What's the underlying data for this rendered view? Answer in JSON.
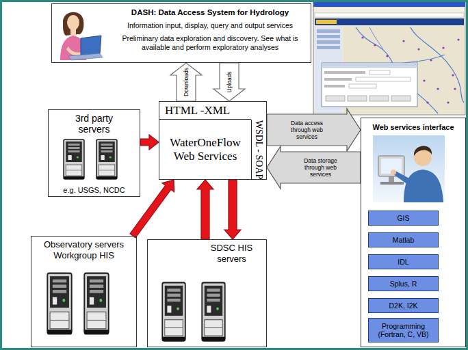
{
  "diagram": {
    "nodes": [
      {
        "text": [
          "DASH: Data Access System for Hydrology",
          "Information input, display, query and output services",
          "Preliminary data exploration and discovery. See what is available and perform exploratory analyses"
        ]
      },
      {
        "text": [
          "HTML -XML",
          "WaterOneFlow Web Services",
          "WSDL - SOAP"
        ]
      },
      {
        "text": [
          "3rd party servers",
          "e.g. USGS, NCDC"
        ]
      },
      {
        "text": [
          "Web services interface"
        ]
      },
      {
        "text": [
          "GIS"
        ],
        "in": 3
      },
      {
        "text": [
          "Matlab"
        ],
        "in": 3
      },
      {
        "text": [
          "IDL"
        ],
        "in": 3
      },
      {
        "text": [
          "Splus, R"
        ],
        "in": 3
      },
      {
        "text": [
          "D2K, I2K"
        ],
        "in": 3
      },
      {
        "text": [
          "Programming (Fortran, C, VB)"
        ],
        "in": 3
      },
      {
        "text": [
          "Observatory servers Workgroup HIS"
        ]
      },
      {
        "text": [
          "SDSC HIS servers"
        ]
      }
    ],
    "edges": [
      {
        "from": 1,
        "to": 0,
        "arrow": "to",
        "label": "Downloads"
      },
      {
        "from": 0,
        "to": 1,
        "arrow": "to",
        "label": "Uploads"
      },
      {
        "from": 1,
        "to": 3,
        "arrow": "to",
        "label": "Data access through web services"
      },
      {
        "from": 3,
        "to": 1,
        "arrow": "to",
        "label": "Data storage through web services"
      },
      {
        "from": 2,
        "to": 1,
        "arrow": "to"
      },
      {
        "from": 10,
        "to": 1,
        "arrow": "to"
      },
      {
        "from": 11,
        "to": 1,
        "arrow": "to"
      },
      {
        "from": 1,
        "to": 11,
        "arrow": "to"
      }
    ]
  }
}
